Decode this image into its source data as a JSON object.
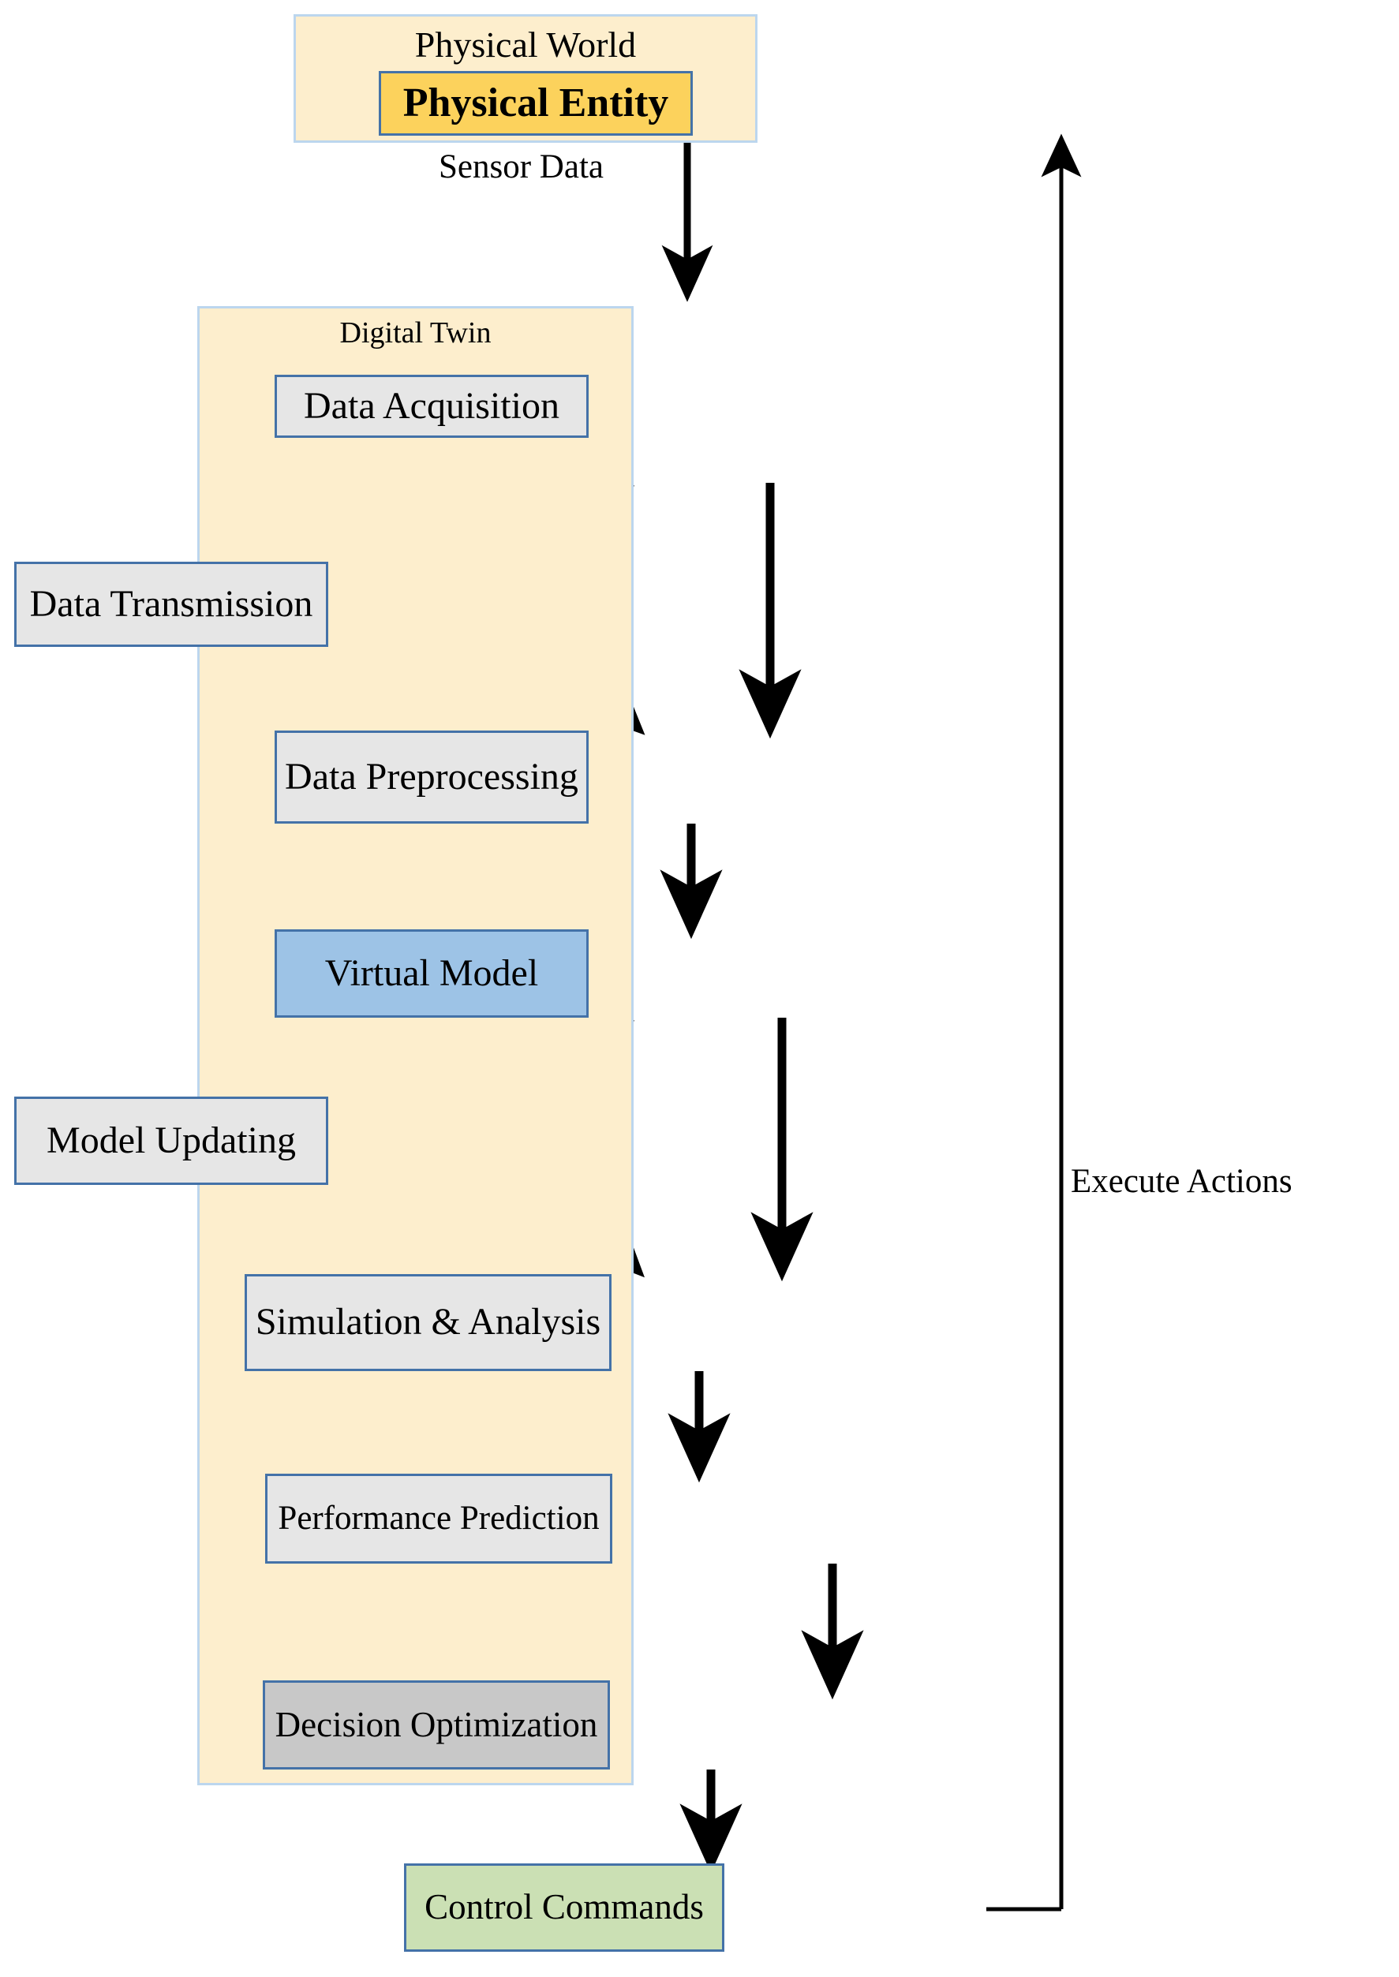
{
  "diagram": {
    "title": "Digital Twin Architecture Flowchart",
    "colors": {
      "container_fill": "#fdeecd",
      "container_border": "#bcd6ee",
      "node_border": "#4472a8",
      "gray_fill": "#e6e6e6",
      "dark_gray_fill": "#c8c8c8",
      "yellow_fill": "#fcd25c",
      "blue_fill": "#9dc3e6",
      "green_fill": "#cbe0b4",
      "arrow": "#000000",
      "text": "#000000"
    }
  },
  "containers": [
    {
      "key": "physical_world",
      "label": "Physical World",
      "fill": "#fdeecd"
    },
    {
      "key": "digital_twin",
      "label": "Digital Twin",
      "fill": "#fdeecd"
    }
  ],
  "nodes": [
    {
      "key": "physical_entity",
      "label": "Physical Entity",
      "fill": "#fcd25c"
    },
    {
      "key": "data_acquisition",
      "label": "Data Acquisition",
      "fill": "#e6e6e6"
    },
    {
      "key": "data_transmission",
      "label": "Data Transmission",
      "fill": "#e6e6e6"
    },
    {
      "key": "data_preprocessing",
      "label": "Data Preprocessing",
      "fill": "#e6e6e6"
    },
    {
      "key": "virtual_model",
      "label": "Virtual Model",
      "fill": "#9dc3e6"
    },
    {
      "key": "model_updating",
      "label": "Model Updating",
      "fill": "#e6e6e6"
    },
    {
      "key": "simulation_analysis",
      "label": "Simulation & Analysis",
      "fill": "#e6e6e6"
    },
    {
      "key": "performance_prediction",
      "label": "Performance Prediction",
      "fill": "#e6e6e6"
    },
    {
      "key": "decision_optimization",
      "label": "Decision Optimization",
      "fill": "#c8c8c8"
    },
    {
      "key": "control_commands",
      "label": "Control Commands",
      "fill": "#cbe0b4"
    }
  ],
  "edge_labels": {
    "sensor_data": "Sensor Data",
    "execute_actions": "Execute Actions"
  },
  "edges": [
    {
      "from": "physical_entity",
      "to": "data_acquisition",
      "label": "Sensor Data"
    },
    {
      "from": "data_acquisition",
      "to": "data_transmission",
      "label": ""
    },
    {
      "from": "data_acquisition",
      "to": "data_preprocessing",
      "label": ""
    },
    {
      "from": "data_transmission",
      "to": "data_preprocessing",
      "label": ""
    },
    {
      "from": "data_preprocessing",
      "to": "virtual_model",
      "label": ""
    },
    {
      "from": "virtual_model",
      "to": "model_updating",
      "label": ""
    },
    {
      "from": "virtual_model",
      "to": "simulation_analysis",
      "label": ""
    },
    {
      "from": "model_updating",
      "to": "simulation_analysis",
      "label": ""
    },
    {
      "from": "simulation_analysis",
      "to": "performance_prediction",
      "label": ""
    },
    {
      "from": "performance_prediction",
      "to": "decision_optimization",
      "label": ""
    },
    {
      "from": "decision_optimization",
      "to": "control_commands",
      "label": ""
    },
    {
      "from": "control_commands",
      "to": "physical_entity",
      "label": "Execute Actions"
    }
  ]
}
